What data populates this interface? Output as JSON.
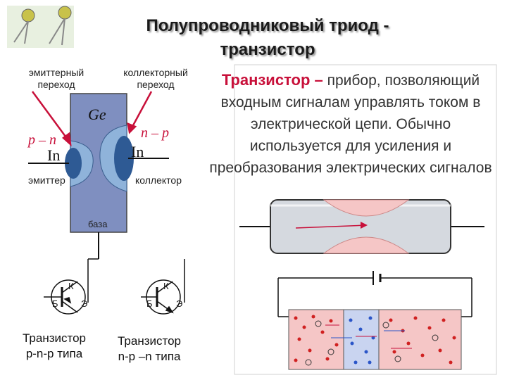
{
  "title_line1": "Полупроводниковый триод -",
  "title_line2": "транзистор",
  "labels": {
    "emitter_junction": [
      "эмиттерный",
      "переход"
    ],
    "collector_junction": [
      "коллекторный",
      "переход"
    ],
    "ge": "Ge",
    "pn": "p – n",
    "np": "n – p",
    "in_left": "In",
    "in_right": "In",
    "emitter": "эмиттер",
    "collector": "коллектор",
    "base": "база"
  },
  "description": {
    "term": "Транзистор –",
    "text_first": " прибор,",
    "rest": "позволяющий входным сигналам управлять током в электрической цепи. Обычно используется для усиления  и преобразования электрических сигналов"
  },
  "symbols": {
    "left": {
      "k": "К",
      "b": "Б",
      "e": "Э",
      "caption": [
        "Транзистор",
        "p-n-p типа"
      ]
    },
    "right": {
      "k": "К",
      "b": "Б",
      "e": "Э",
      "caption": [
        "Транзистор",
        "n-p –n типа"
      ]
    }
  },
  "colors": {
    "accent": "#c8103a",
    "crystal": "#7f8fc0",
    "region": "#2e5a94",
    "red_zone": "#f5c6c6",
    "blue_zone": "#c9d4f0"
  }
}
